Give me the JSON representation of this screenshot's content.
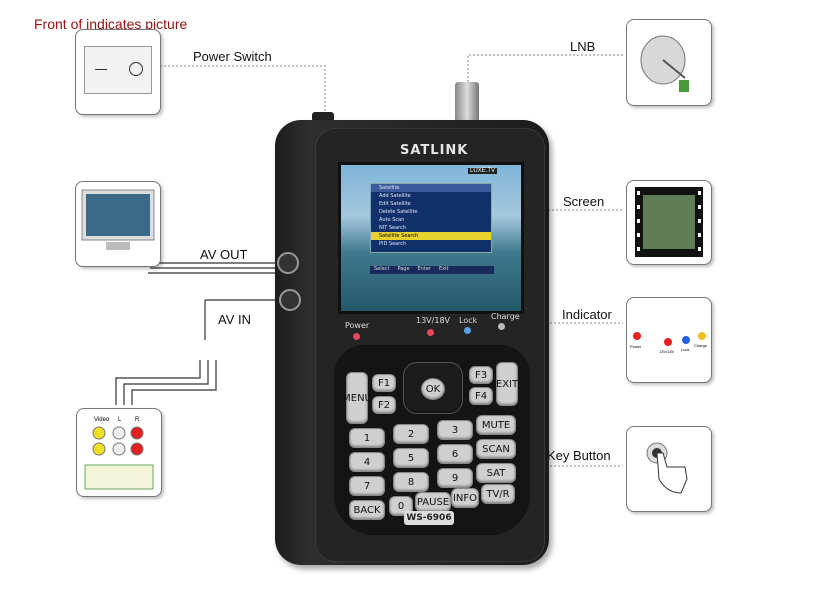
{
  "title": "Front   of indicates picture",
  "callouts": {
    "power_switch": "Power Switch",
    "lnb": "LNB",
    "screen": "Screen",
    "indicator": "Indicator",
    "key_button": "Key Button",
    "av_out": "AV OUT",
    "av_in": "AV IN"
  },
  "device": {
    "brand": "SATLINK",
    "model": "WS-6906",
    "screen_menu": {
      "header": "Satellite",
      "items": [
        "Add Satellite",
        "Edit Satellite",
        "Delete Satellite",
        "Auto Scan",
        "NIT Search",
        "Satellite Search",
        "PID Search"
      ],
      "highlighted": "Satellite Search",
      "channel_badge": "LUXE.TV",
      "footer": [
        "Select",
        "Page",
        "Enter",
        "Exit"
      ]
    },
    "indicators": [
      {
        "label": "Power",
        "color": "#e8465a"
      },
      {
        "label": "13V/18V",
        "color": "#e8465a"
      },
      {
        "label": "Lock",
        "color": "#5aa0e6"
      },
      {
        "label": "Charge",
        "color": "#bbbbbb"
      }
    ],
    "keys": {
      "menu": "MENU",
      "f1": "F1",
      "f2": "F2",
      "f3": "F3",
      "f4": "F4",
      "exit": "EXIT",
      "ok": "OK",
      "mute": "MUTE",
      "scan": "SCAN",
      "sat": "SAT",
      "back": "BACK",
      "pause": "PAUSE",
      "info": "INFO",
      "tvr": "TV/R",
      "digits": [
        "1",
        "2",
        "3",
        "4",
        "5",
        "6",
        "7",
        "8",
        "9",
        "0"
      ]
    }
  },
  "indicator_thumb": {
    "labels": [
      "Power",
      "13V/18V",
      "Lock",
      "Charge"
    ],
    "colors": [
      "#e82020",
      "#e82020",
      "#2060e0",
      "#f0c020"
    ]
  },
  "av_in_thumb": {
    "labels": [
      "Video",
      "L",
      "R"
    ]
  }
}
